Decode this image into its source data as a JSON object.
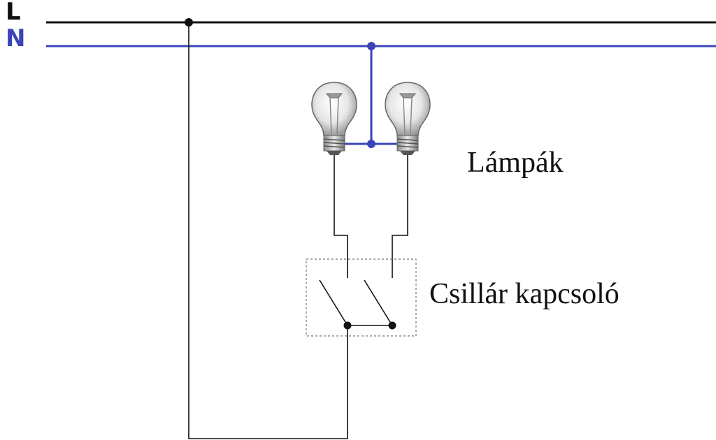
{
  "labels": {
    "live": "L",
    "neutral": "N",
    "lamps": "Lámpák",
    "switch": "Csillár kapcsoló"
  },
  "colors": {
    "live": "#111111",
    "neutral": "#3a45b8",
    "background": "#ffffff"
  },
  "icons": {
    "lamp": "light-bulb-icon",
    "switch": "double-switch-symbol"
  }
}
